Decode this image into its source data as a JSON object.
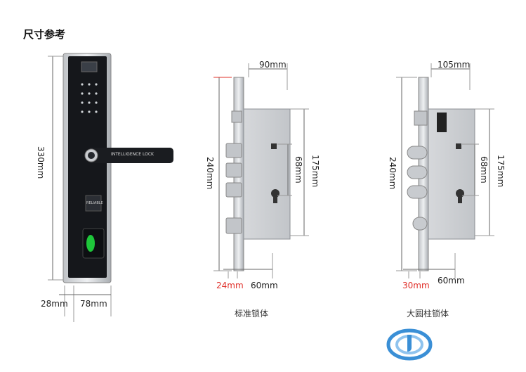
{
  "title": "尺寸参考",
  "handle_lock": {
    "height_label": "330mm",
    "depth_label": "28mm",
    "width_label": "78mm",
    "handle_text": "INTELLIGENCE LOCK",
    "card_text": "RELIABLE"
  },
  "standard_body": {
    "caption": "标准锁体",
    "top_width": "90mm",
    "height": "240mm",
    "inner_height": "175mm",
    "middle": "68mm",
    "offset": "24mm",
    "bottom_width": "60mm"
  },
  "round_bolt_body": {
    "caption": "大圆柱锁体",
    "top_width": "105mm",
    "height": "240mm",
    "inner_height": "175mm",
    "middle": "68mm",
    "offset": "30mm",
    "bottom_width": "60mm"
  },
  "colors": {
    "accent_red": "#e0302a",
    "logo_blue": "#3a8fd6"
  }
}
